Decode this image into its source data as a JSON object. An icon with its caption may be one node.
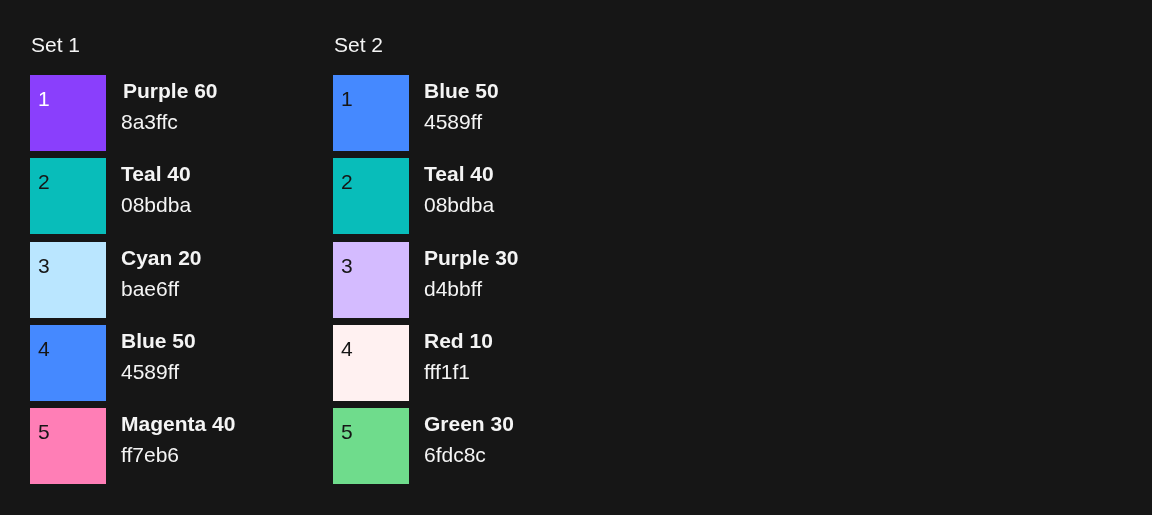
{
  "diagram": {
    "nodes": [
      {
        "text": [
          "1"
        ],
        "beside": [
          "Purple 60",
          "8a3ffc"
        ]
      },
      {
        "text": [
          "2"
        ],
        "beside": [
          "Teal 40",
          "08bdba"
        ]
      },
      {
        "text": [
          "3"
        ],
        "beside": [
          "Cyan 20",
          "bae6ff"
        ]
      },
      {
        "text": [
          "4"
        ],
        "beside": [
          "Blue 50",
          "4589ff"
        ]
      },
      {
        "text": [
          "5"
        ],
        "beside": [
          "Magenta 40",
          "ff7eb6"
        ]
      },
      {
        "text": [
          "1"
        ],
        "beside": [
          "Blue 50",
          "4589ff"
        ]
      },
      {
        "text": [
          "2"
        ],
        "beside": [
          "Teal 40",
          "08bdba"
        ]
      },
      {
        "text": [
          "3"
        ],
        "beside": [
          "Purple 30",
          "d4bbff"
        ]
      },
      {
        "text": [
          "4"
        ],
        "beside": [
          "Red 10",
          "fff1f1"
        ]
      },
      {
        "text": [
          "5"
        ],
        "beside": [
          "Green 30",
          "6fdc8c"
        ]
      }
    ],
    "labels": [
      "Set 1",
      "Set 2"
    ]
  }
}
